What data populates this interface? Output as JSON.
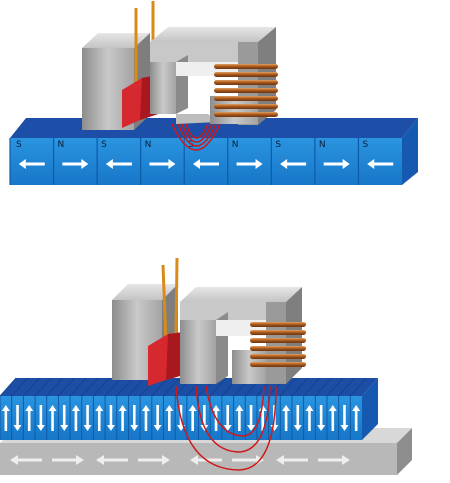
{
  "top_figure": {
    "pole_labels": [
      "S",
      "N",
      "S",
      "N",
      "S",
      "N",
      "S",
      "N",
      "S"
    ],
    "domain_magnetization": [
      "left",
      "right",
      "left",
      "right",
      "left",
      "right",
      "left",
      "right",
      "left"
    ]
  },
  "bottom_figure": {
    "domain_magnetization": [
      "up",
      "down",
      "up",
      "down",
      "up",
      "down",
      "up",
      "down",
      "up",
      "down",
      "up",
      "down",
      "up",
      "down",
      "up",
      "down",
      "up",
      "down",
      "up",
      "down",
      "up",
      "down",
      "up",
      "down",
      "up",
      "down",
      "up",
      "down",
      "up",
      "down",
      "up"
    ],
    "soft_underlayer_arrows": [
      "left-right",
      "left-right",
      "left-right",
      "left-right"
    ]
  },
  "colors": {
    "media_front": "#1e88d8",
    "media_top": "#1c4ea6",
    "media_side": "#1763b8",
    "pole_metal": "#b7b7b7",
    "reader_red": "#d6282f",
    "coil_copper": "#b5651d",
    "field_lines": "#d01818",
    "underlayer": "#b8b8b8"
  }
}
